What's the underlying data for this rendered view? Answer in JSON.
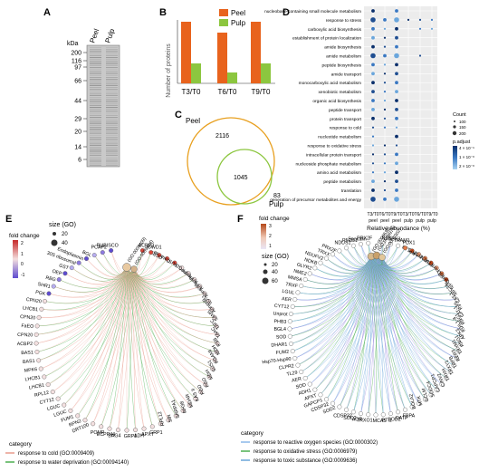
{
  "panels": {
    "A": {
      "letter": "A",
      "kda_label": "kDa",
      "lanes": [
        "Peel",
        "Pulp"
      ],
      "markers": [
        "200",
        "116",
        "97",
        "66",
        "44",
        "29",
        "20",
        "14",
        "6"
      ]
    },
    "B": {
      "letter": "B",
      "legend": [
        "Peel",
        "Pulp"
      ],
      "colors": {
        "Peel": "#e8631d",
        "Pulp": "#8cc63f"
      }
    },
    "C": {
      "letter": "C",
      "peel_label": "Peel",
      "pulp_label": "Pulp",
      "peel_only": "2116",
      "shared": "1045",
      "pulp_only": "83"
    },
    "D": {
      "letter": "D",
      "terms": [
        "nucleobase-containing small molecule metabolism",
        "response to stress",
        "carboxylic acid biosynthesis",
        "establishment of protein localization",
        "amide biosynthesis",
        "amide metabolism",
        "peptide biosynthesis",
        "amide transport",
        "monocarboxylic acid metabolism",
        "xenobiotic metabolism",
        "organic acid biosynthesis",
        "peptide transport",
        "protein transport",
        "response to cold",
        "nucleotide metabolism",
        "response to oxidative stress",
        "intracellular protein transport",
        "nucleoside phosphate metabolism",
        "amino acid metabolism",
        "peptide metabolism",
        "translation",
        "generation of precursor metabolites and energy"
      ],
      "columns": [
        "T3/T0 peel",
        "T6/T0 peel",
        "T9/T0 peel",
        "T3/T0 pulp",
        "T6/T0 pulp",
        "T9/T0 pulp"
      ],
      "xlabel": "Relative Abundance (%)",
      "legend_count_title": "Count",
      "legend_count_values": [
        "100",
        "150",
        "200"
      ],
      "legend_padj_title": "p.adjust",
      "legend_padj_values": [
        "4 × 10⁻⁹",
        "1 × 10⁻⁸",
        "2 × 10⁻⁸"
      ]
    },
    "E": {
      "letter": "E",
      "size_title": "size (GO)",
      "size_values": [
        "20",
        "40"
      ],
      "fc_title": "fold change",
      "fc_values": [
        "2",
        "1",
        "0",
        "-1"
      ],
      "category_title": "category",
      "categories": [
        {
          "label": "response to cold (GO:0009409)",
          "color": "#e99a8c"
        },
        {
          "label": "response to water deprivation (GO:00094140)",
          "color": "#4caf50"
        }
      ],
      "hub_left": "(GO:0009409)",
      "hub_right": "(GO:0009414)",
      "genes": [
        "RUBISCO",
        "PCAP2",
        "BGL",
        "Endoplasmin",
        "30S ribosomal",
        "GST",
        "OEP",
        "RBG",
        "SHR1",
        "PGK",
        "CPN20",
        "LHCB1",
        "CPN20",
        "FaEO",
        "CPN20",
        "ACBP2",
        "BAS1",
        "BAS1",
        "MPK6",
        "LHCB1",
        "LHCB1",
        "RPL12",
        "CYT12",
        "LGUC",
        "LGUC",
        "FUM1",
        "RPN2",
        "DRT100",
        "POMP",
        "ECPP44",
        "BAG4",
        "GRP1",
        "ADH",
        "APXT",
        "GRP1",
        "RPL12",
        "SIR",
        "SNRPA1",
        "RH38",
        "MDAR",
        "KAS II",
        "PGD",
        "PGD",
        "MDH",
        "SUS1",
        "PGAMI",
        "MDH",
        "PSB",
        "TAAC",
        "TATC",
        "SAM5",
        "Annexin",
        "SUS1",
        "Annexin",
        "Annexin",
        "Annexin",
        "TAP46",
        "PGD",
        "SUS1",
        "Catalase",
        "CCR1",
        "GWD1",
        "ACBP2"
      ]
    },
    "F": {
      "letter": "F",
      "fc_title": "fold change",
      "fc_values": [
        "3",
        "2",
        "1"
      ],
      "size_title": "size (GO)",
      "size_values": [
        "20",
        "40",
        "60"
      ],
      "category_title": "category",
      "categories": [
        {
          "label": "response to reactive oxygen species (GO:0000302)",
          "color": "#8ab9e8"
        },
        {
          "label": "response to oxidative stress (GO:0006979)",
          "color": "#4caf50"
        },
        {
          "label": "response to toxic substance (GO:0009636)",
          "color": "#6aa6d8"
        }
      ],
      "hubs": [
        "(GO:0009636)",
        "(GO:0006979)",
        "(GO:0000302)"
      ],
      "genes": [
        "PRX2F",
        "Spocalin",
        "P5CS1",
        "NDUS1",
        "PRX2F",
        "TRXX",
        "NDUFV2",
        "NDKB",
        "GLYR2",
        "NME2",
        "MMSA",
        "TRXF",
        "LGUL",
        "AER",
        "CYT12",
        "Unprot",
        "PHB3",
        "BGL4",
        "SOD",
        "DHAR1",
        "FUM2",
        "Hsp70-Hsp90",
        "CLPR2",
        "TL29",
        "AER",
        "SOD",
        "ADH1",
        "APXT",
        "GAPCP1",
        "CDSP32",
        "SOD2",
        "CDSP32",
        "SOD2",
        "AOR",
        "TRXO1",
        "MCA5",
        "PTI1",
        "SOD2",
        "OATP",
        "FBPA",
        "BOLA2",
        "MTK",
        "GCLM",
        "SODC4",
        "CAPCP1",
        "CINV2",
        "TRXH",
        "TRXY1",
        "TRPB",
        "RER3",
        "TRXM1",
        "PNG1",
        "APK3",
        "PDIL1-4",
        "PNG1",
        "CAT-1",
        "Pyr5",
        "CAT-1",
        "SEC24",
        "GLR",
        "GHSP",
        "INO",
        "Ferritin-3",
        "STSYN",
        "ACCO2",
        "HSP15.7",
        "RPL28",
        "PDX1",
        "TRAM1",
        "APX3",
        "NDK"
      ]
    }
  }
}
